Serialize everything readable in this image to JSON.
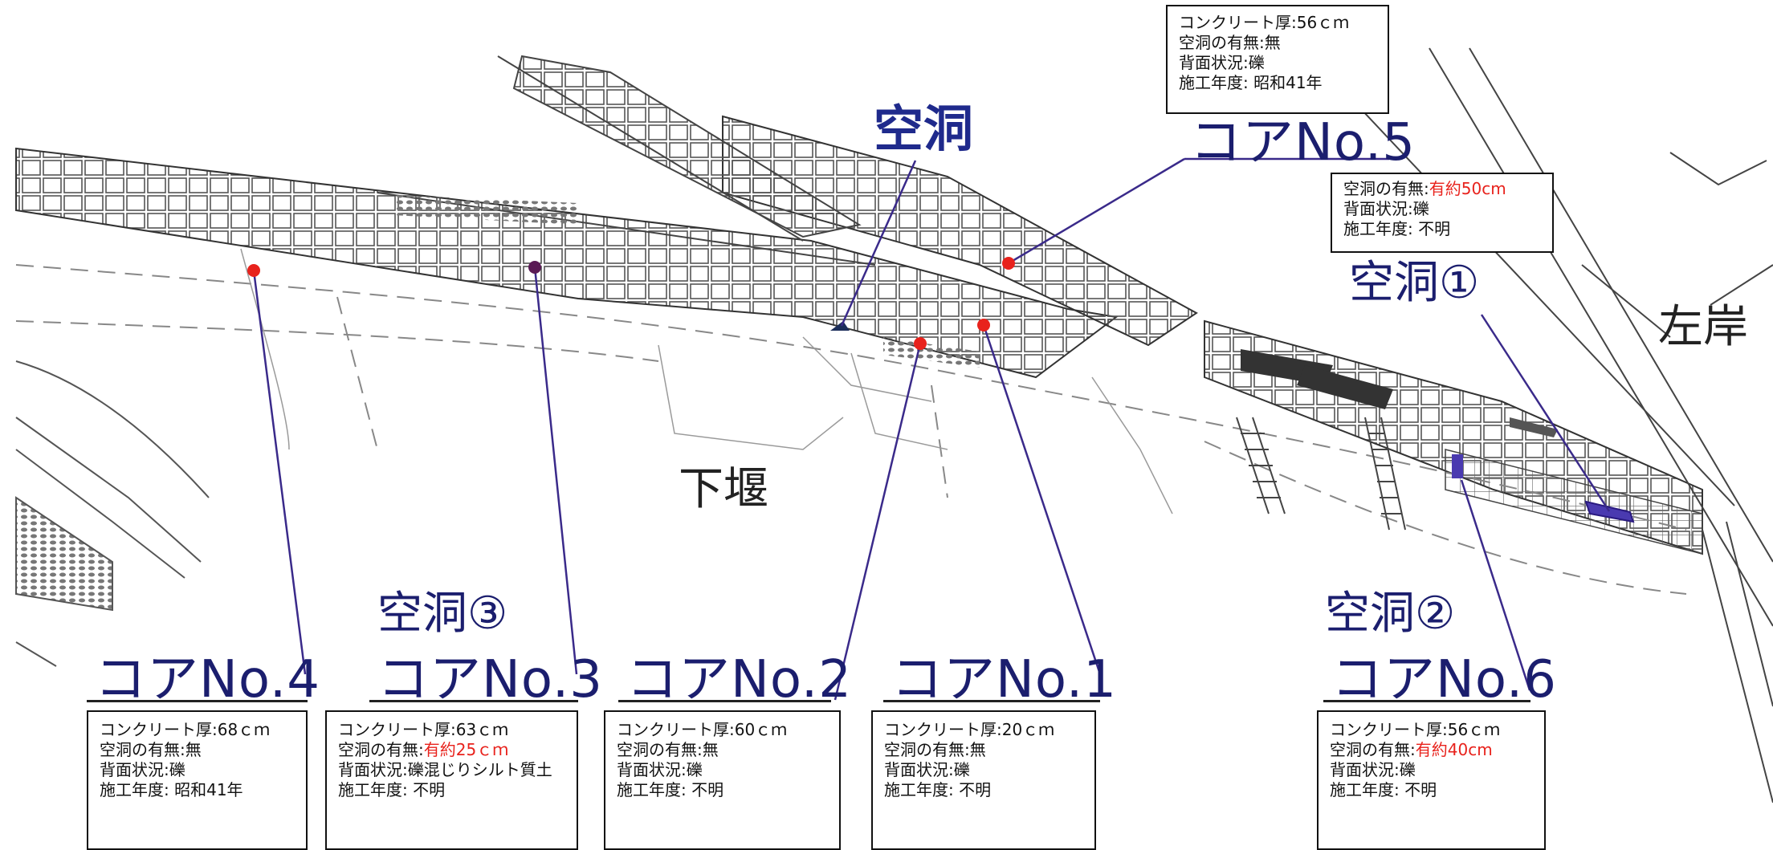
{
  "map_labels": {
    "lower_weir": "下堰",
    "left_bank": "左岸",
    "cavity_main": "空洞",
    "cavity_1": "空洞①",
    "cavity_2": "空洞②",
    "cavity_3": "空洞③"
  },
  "cores": [
    {
      "id": "core4",
      "label": "コアNo.4"
    },
    {
      "id": "core3",
      "label": "コアNo.3"
    },
    {
      "id": "core2",
      "label": "コアNo.2"
    },
    {
      "id": "core1",
      "label": "コアNo.1"
    },
    {
      "id": "core6",
      "label": "コアNo.6"
    },
    {
      "id": "core5",
      "label": "コアNo.5"
    }
  ],
  "info_boxes": {
    "core4": {
      "thickness": "コンクリート厚:68ｃｍ",
      "cavity_prefix": "空洞の有無:",
      "cavity_value": "無",
      "backing": "背面状況:礫",
      "year": "施工年度:  昭和41年"
    },
    "core3": {
      "thickness": "コンクリート厚:63ｃｍ",
      "cavity_prefix": "空洞の有無:",
      "cavity_value": "有約25ｃｍ",
      "backing": "背面状況:礫混じりシルト質土",
      "year": "施工年度:  不明"
    },
    "core2": {
      "thickness": "コンクリート厚:60ｃｍ",
      "cavity_prefix": "空洞の有無:",
      "cavity_value": "無",
      "backing": "背面状況:礫",
      "year": "施工年度:  不明"
    },
    "core1": {
      "thickness": "コンクリート厚:20ｃｍ",
      "cavity_prefix": "空洞の有無:",
      "cavity_value": "無",
      "backing": "背面状況:礫",
      "year": "施工年度:  不明"
    },
    "core6": {
      "thickness": "コンクリート厚:56ｃｍ",
      "cavity_prefix": "空洞の有無:",
      "cavity_value": "有約40cm",
      "backing": "背面状況:礫",
      "year": "施工年度:  不明"
    },
    "core5": {
      "thickness": "コンクリート厚:56ｃｍ",
      "cavity_prefix": "空洞の有無:",
      "cavity_value": "無",
      "backing": "背面状況:礫",
      "year": "施工年度:  昭和41年"
    },
    "cavity1": {
      "cavity_prefix": "空洞の有無:",
      "cavity_value": "有約50cm",
      "backing": "背面状況:礫",
      "year": "施工年度:  不明"
    }
  },
  "colors": {
    "label_navy": "#1b1e6e",
    "leader_line": "#3a2a8a",
    "core_point": "#e8221c",
    "core3_point": "#5a1a55",
    "cavity_value_red": "#e8221c",
    "cavity_marker": "#4a3ab0"
  }
}
